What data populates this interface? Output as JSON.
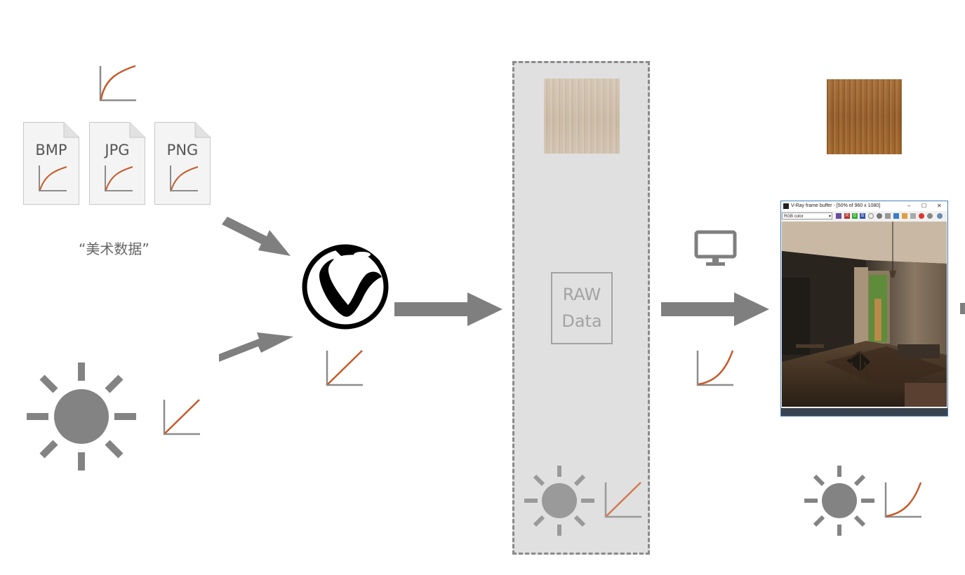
{
  "file_formats": [
    {
      "label": "BMP"
    },
    {
      "label": "JPG"
    },
    {
      "label": "PNG"
    }
  ],
  "caption": "“美术数据”",
  "raw_box": {
    "line1": "RAW",
    "line2": "Data"
  },
  "vfb": {
    "title": "V-Ray frame buffer - [50% of 960 x 1080]",
    "channel": "RGB color",
    "controls": [
      "–",
      "☐",
      "✕"
    ],
    "toolbar_letters": [
      "R",
      "G",
      "B"
    ]
  },
  "colors": {
    "arrow": "#7f7f7f",
    "curve": "#c65a2a",
    "axis": "#8c8c8c",
    "sun": "#838383",
    "panel": "#e0e0e0"
  },
  "icons": [
    "gamma-curve-icon",
    "file-icon",
    "vray-logo-icon",
    "sun-icon",
    "linear-curve-icon",
    "monitor-icon",
    "arrow-icon"
  ]
}
